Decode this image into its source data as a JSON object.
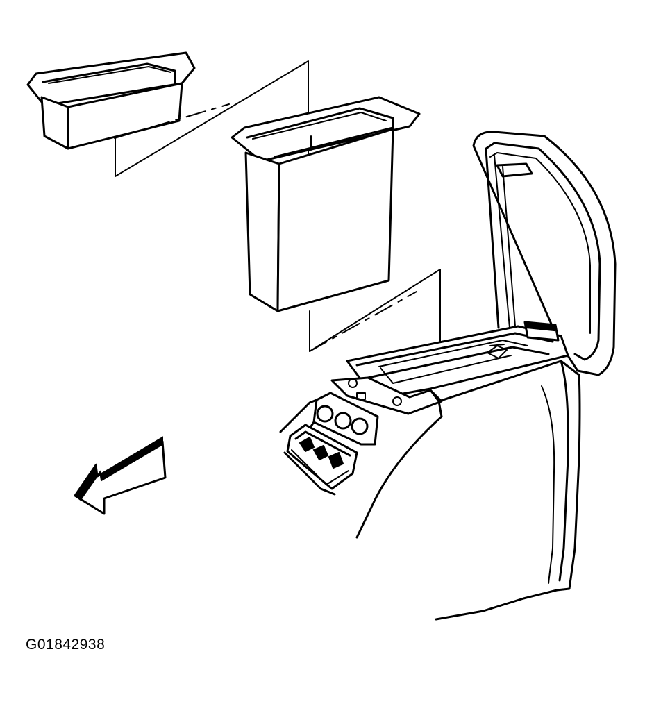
{
  "figure": {
    "id_label": "G01842938"
  },
  "parts": [
    {
      "name": "small-storage-bin-insert"
    },
    {
      "name": "large-storage-bin-insert"
    },
    {
      "name": "center-console-assembly"
    },
    {
      "name": "console-armrest-lid"
    },
    {
      "name": "front-direction-arrow"
    }
  ]
}
